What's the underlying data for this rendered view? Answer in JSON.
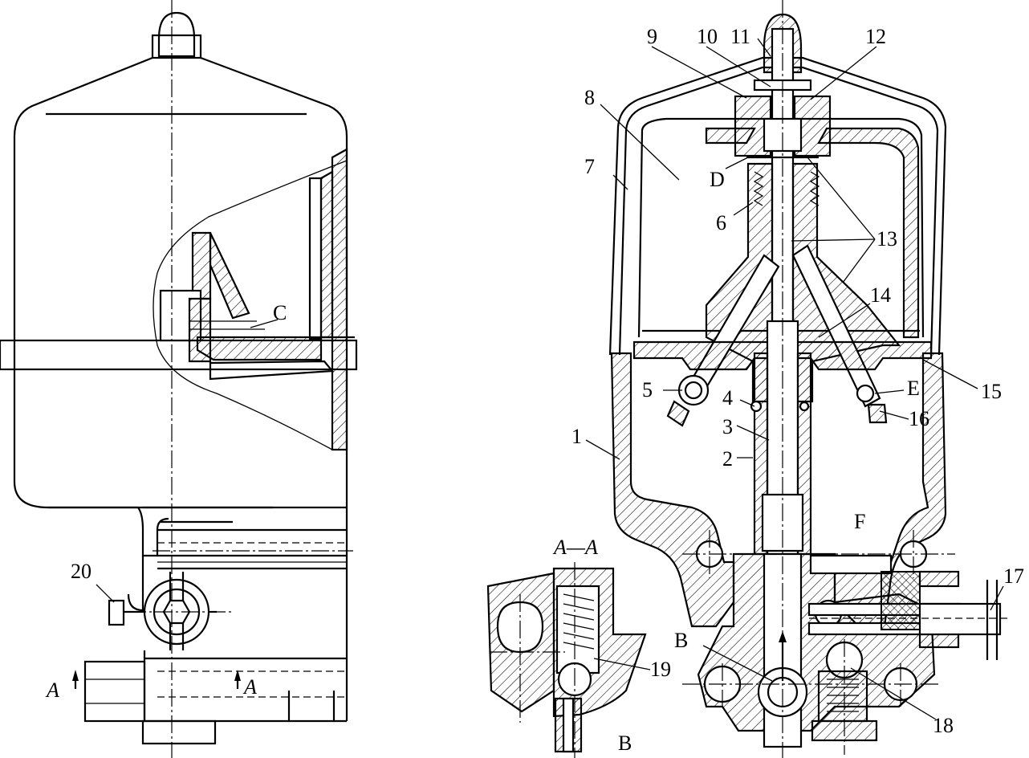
{
  "labels": {
    "n1": "1",
    "n2": "2",
    "n3": "3",
    "n4": "4",
    "n5": "5",
    "n6": "6",
    "n7": "7",
    "n8": "8",
    "n9": "9",
    "n10": "10",
    "n11": "11",
    "n12": "12",
    "n13": "13",
    "n14": "14",
    "n15": "15",
    "n16": "16",
    "n17": "17",
    "n18": "18",
    "n19": "19",
    "n20": "20",
    "C": "C",
    "D": "D",
    "E": "E",
    "F": "F",
    "B_main": "B",
    "B_detail": "B",
    "section_title": "A—A",
    "A_left": "A",
    "A_right": "A"
  }
}
